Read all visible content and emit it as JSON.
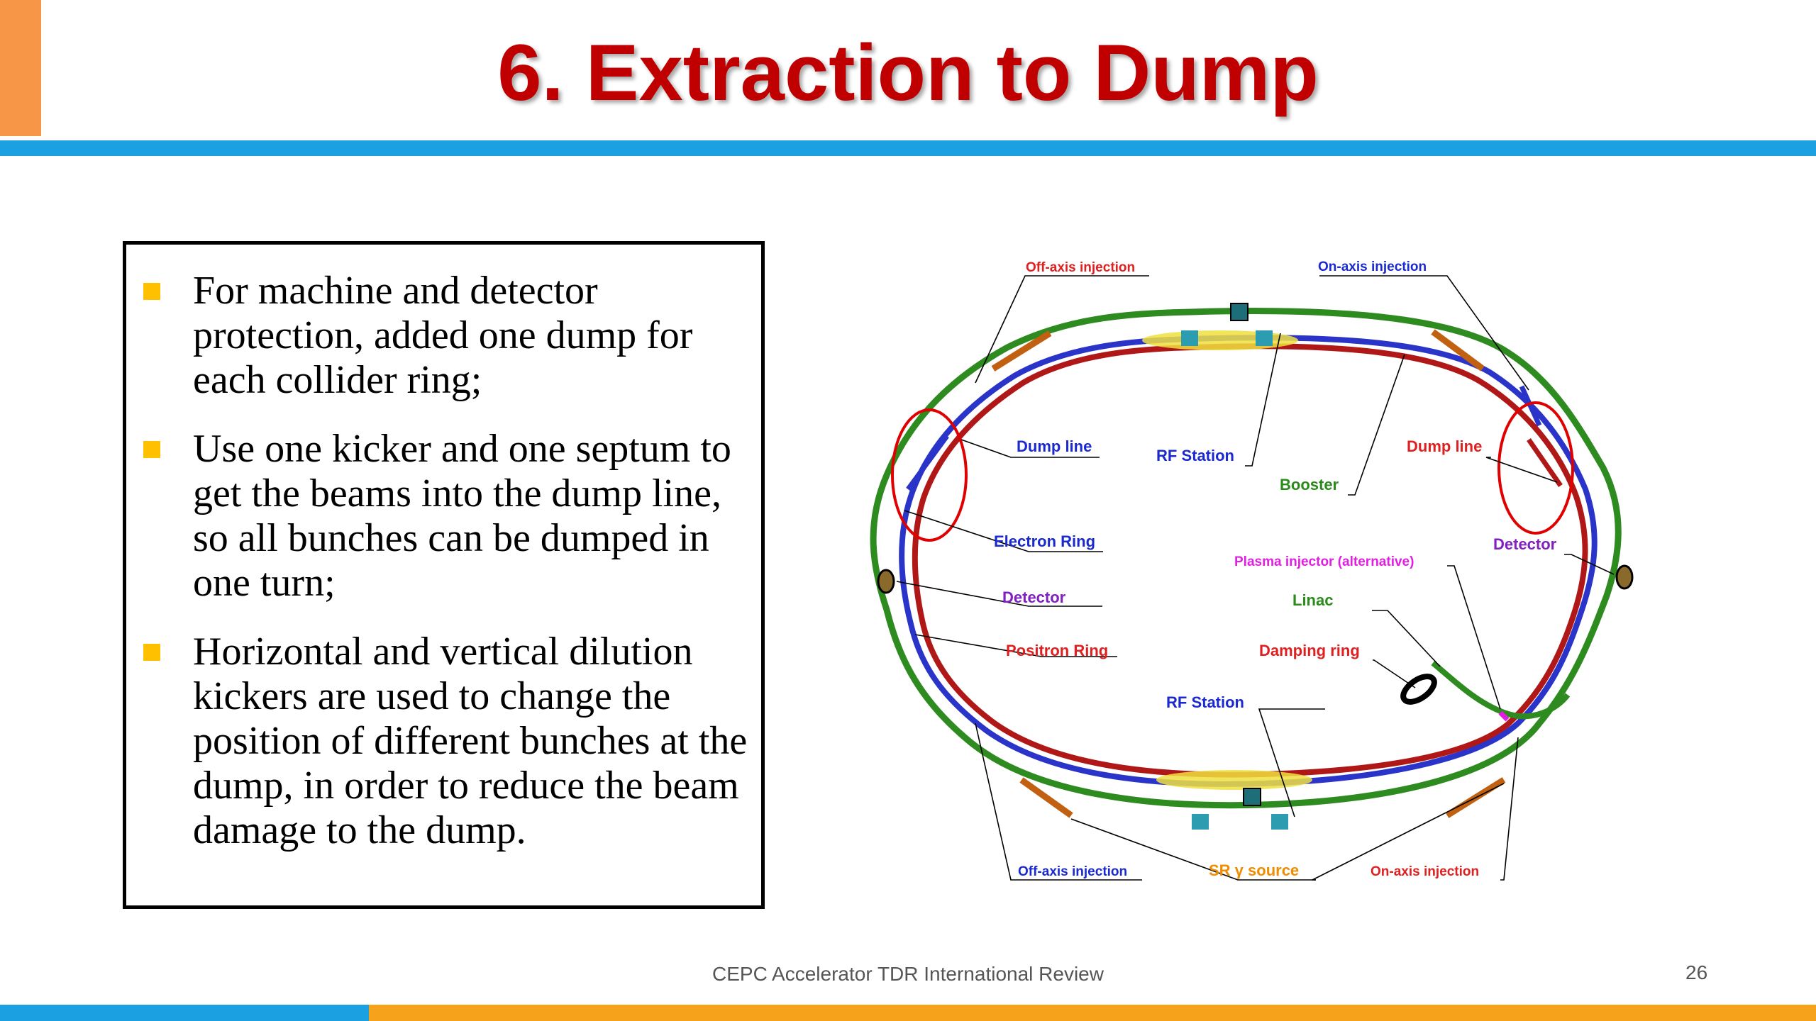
{
  "slide": {
    "title": "6. Extraction to Dump",
    "footer": "CEPC Accelerator TDR International Review",
    "page_number": "26"
  },
  "bullets": [
    "For machine and detector protection, added one dump for each collider ring;",
    "Use one kicker and one septum to get the beams into the dump line, so all bunches can be dumped in one turn;",
    "Horizontal and vertical dilution kickers are used to change the position of different bunches at the dump, in order to reduce the beam damage to the dump."
  ],
  "diagram": {
    "labels": {
      "off_axis_injection_top": "Off-axis injection",
      "on_axis_injection_top": "On-axis injection",
      "dump_line_left": "Dump line",
      "rf_station_top": "RF Station",
      "booster": "Booster",
      "dump_line_right": "Dump line",
      "electron_ring": "Electron Ring",
      "detector_right": "Detector",
      "plasma_injector": "Plasma injector (alternative)",
      "detector_left": "Detector",
      "linac": "Linac",
      "positron_ring": "Positron Ring",
      "damping_ring": "Damping ring",
      "rf_station_bottom": "RF Station",
      "off_axis_injection_bottom": "Off-axis injection",
      "sr_source": "SR γ source",
      "on_axis_injection_bottom": "On-axis injection"
    },
    "colors": {
      "booster": "#2e8b1f",
      "electron_ring": "#2a34c8",
      "positron_ring": "#b01818",
      "highlight": "#e00000",
      "label_red": "#e02020",
      "label_blue": "#1a2ad0",
      "label_green": "#2a8a1a",
      "label_magenta": "#e020e0",
      "label_purple": "#8020c0",
      "label_orange": "#f08c00"
    }
  }
}
